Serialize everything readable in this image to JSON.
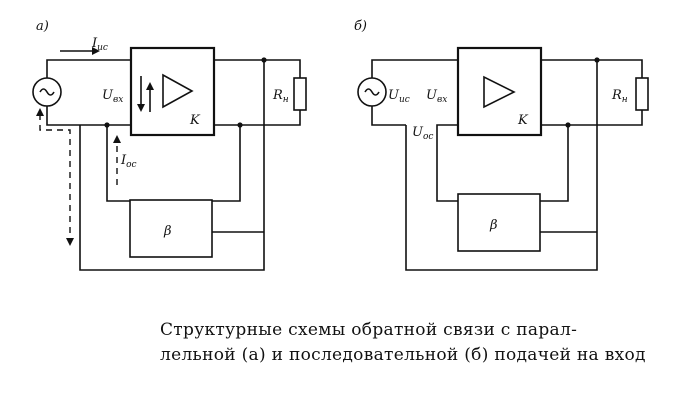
{
  "diagram_a": {
    "tag": "а)",
    "current_source": "I",
    "current_source_sub": "ис",
    "input_voltage": "U",
    "input_voltage_sub": "вх",
    "feedback_current": "I",
    "feedback_current_sub": "ос",
    "load": "R",
    "load_sub": "н",
    "amp_gain": "K",
    "feedback_block": "β"
  },
  "diagram_b": {
    "tag": "б)",
    "source_voltage": "U",
    "source_voltage_sub": "ис",
    "input_voltage": "U",
    "input_voltage_sub": "вх",
    "feedback_voltage": "U",
    "feedback_voltage_sub": "ос",
    "load": "R",
    "load_sub": "н",
    "amp_gain": "K",
    "feedback_block": "β"
  },
  "caption": {
    "line1": "Структурные схемы обратной связи с парал-",
    "line2": "лельной (а) и последовательной (б) подачей на вход"
  }
}
